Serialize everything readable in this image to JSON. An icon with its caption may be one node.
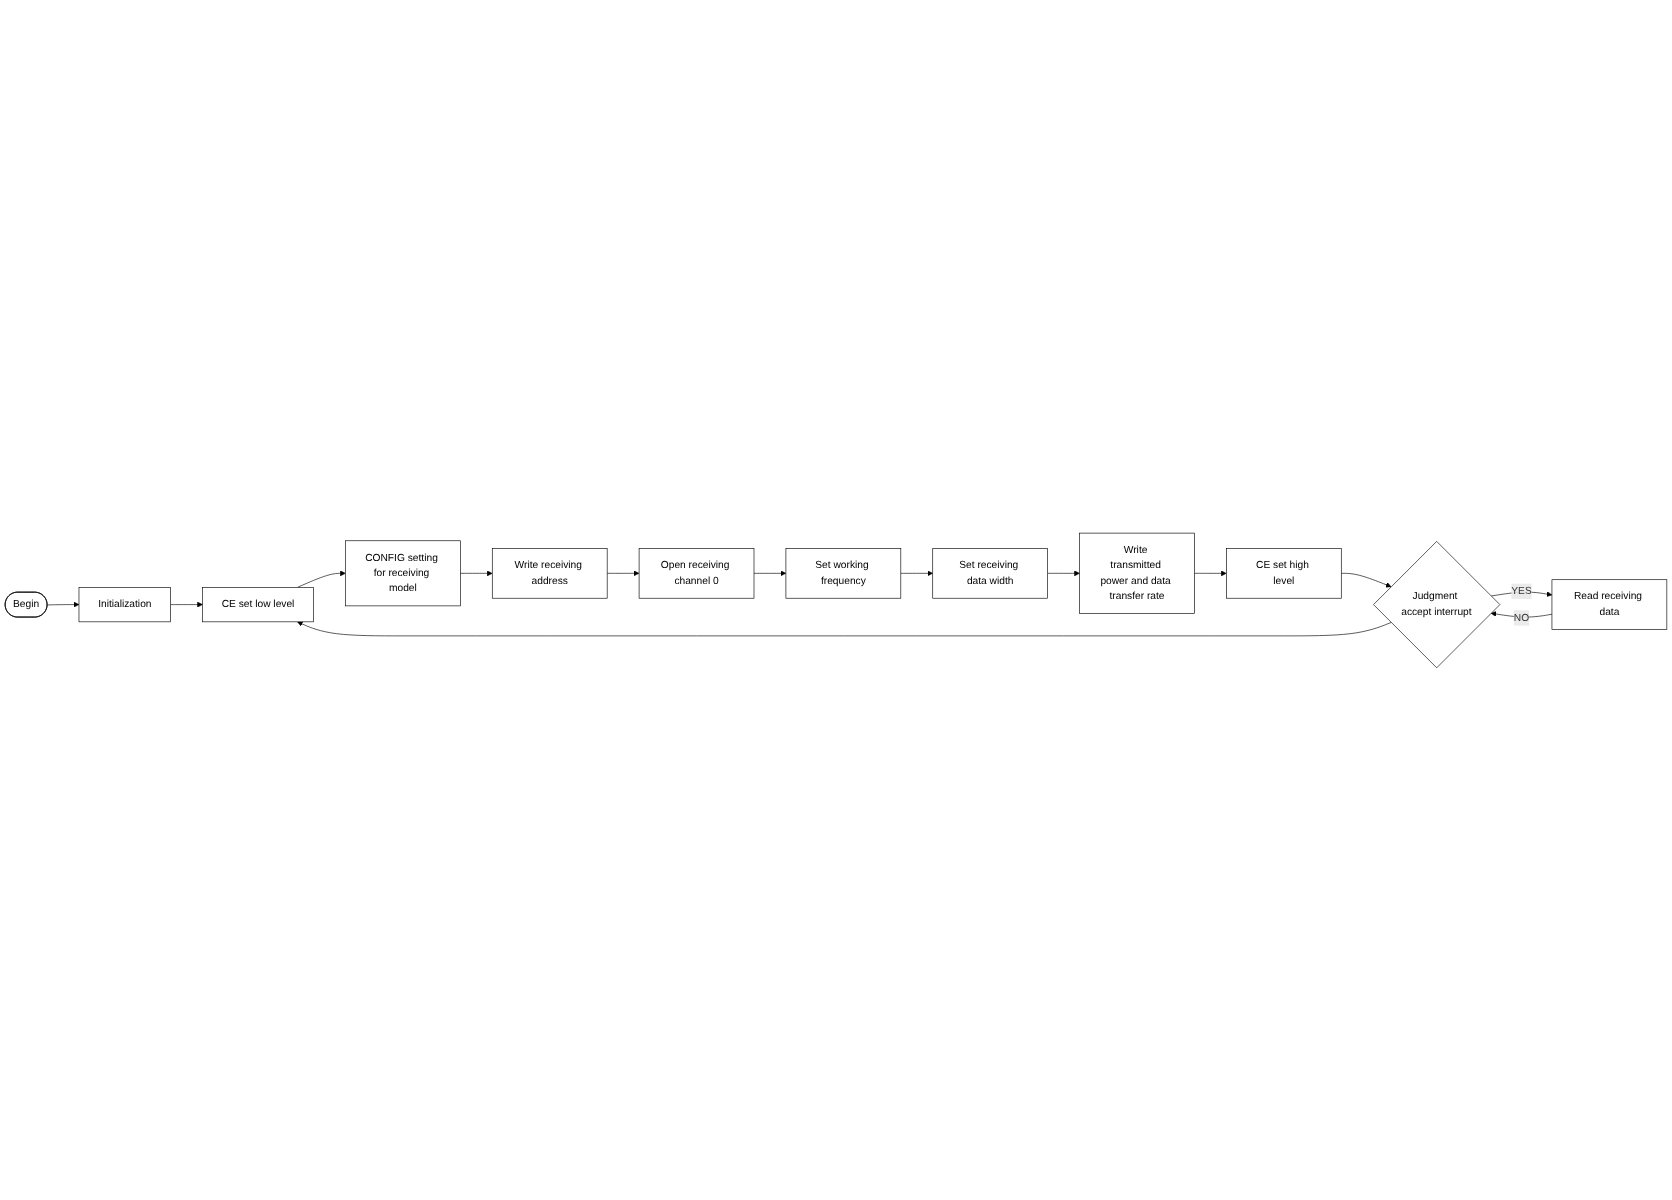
{
  "diagram": {
    "nodes": [
      {
        "text": [
          "Begin"
        ]
      },
      {
        "text": [
          "Initialization"
        ]
      },
      {
        "text": [
          "CE set low level"
        ]
      },
      {
        "text": [
          "CONFIG setting for receiving model"
        ]
      },
      {
        "text": [
          "Write receiving address"
        ]
      },
      {
        "text": [
          "Open receiving channel 0"
        ]
      },
      {
        "text": [
          "Set working frequency"
        ]
      },
      {
        "text": [
          "Set receiving data width"
        ]
      },
      {
        "text": [
          "Write transmitted power and data transfer rate"
        ]
      },
      {
        "text": [
          "CE set high level"
        ]
      },
      {
        "text": [
          "Judgment accept interrupt"
        ]
      },
      {
        "text": [
          "Read receiving data"
        ]
      }
    ],
    "edges": [
      {
        "from": 0,
        "to": 1,
        "arrow": "to"
      },
      {
        "from": 1,
        "to": 2,
        "arrow": "to"
      },
      {
        "from": 2,
        "to": 3,
        "arrow": "to"
      },
      {
        "from": 3,
        "to": 4,
        "arrow": "to"
      },
      {
        "from": 4,
        "to": 5,
        "arrow": "to"
      },
      {
        "from": 5,
        "to": 6,
        "arrow": "to"
      },
      {
        "from": 6,
        "to": 7,
        "arrow": "to"
      },
      {
        "from": 7,
        "to": 8,
        "arrow": "to"
      },
      {
        "from": 8,
        "to": 9,
        "arrow": "to"
      },
      {
        "from": 9,
        "to": 10,
        "arrow": "to"
      },
      {
        "from": 10,
        "to": 11,
        "label": "YES",
        "arrow": "to"
      },
      {
        "from": 11,
        "to": 10,
        "label": "NO",
        "arrow": "to"
      },
      {
        "from": 10,
        "to": 2,
        "arrow": "to"
      }
    ]
  }
}
